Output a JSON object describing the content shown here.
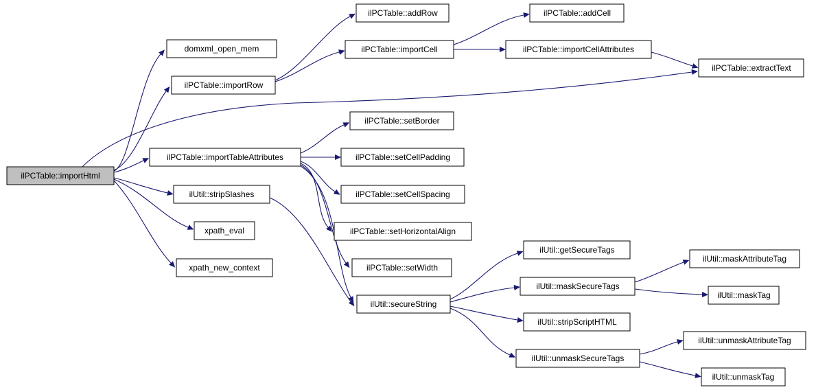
{
  "diagram": {
    "type": "call-graph",
    "description": "Doxygen-style call graph for ilPCTable::importHtml",
    "colors": {
      "background": "#ffffff",
      "edge": "#191970",
      "node_fill": "#ffffff",
      "node_border": "#000000",
      "root_node_fill": "#bfbfbf",
      "text": "#000000"
    },
    "nodes": {
      "importHtml": {
        "label": "ilPCTable::importHtml",
        "is_root": true
      },
      "domxml_open_mem": {
        "label": "domxml_open_mem"
      },
      "importRow": {
        "label": "ilPCTable::importRow"
      },
      "addRow": {
        "label": "ilPCTable::addRow"
      },
      "importCell": {
        "label": "ilPCTable::importCell"
      },
      "addCell": {
        "label": "ilPCTable::addCell"
      },
      "importCellAttributes": {
        "label": "ilPCTable::importCellAttributes"
      },
      "extractText": {
        "label": "ilPCTable::extractText"
      },
      "importTableAttributes": {
        "label": "ilPCTable::importTableAttributes"
      },
      "setBorder": {
        "label": "ilPCTable::setBorder"
      },
      "setCellPadding": {
        "label": "ilPCTable::setCellPadding"
      },
      "setCellSpacing": {
        "label": "ilPCTable::setCellSpacing"
      },
      "setHorizontalAlign": {
        "label": "ilPCTable::setHorizontalAlign"
      },
      "setWidth": {
        "label": "ilPCTable::setWidth"
      },
      "stripSlashes": {
        "label": "ilUtil::stripSlashes"
      },
      "xpath_eval": {
        "label": "xpath_eval"
      },
      "xpath_new_context": {
        "label": "xpath_new_context"
      },
      "secureString": {
        "label": "ilUtil::secureString"
      },
      "getSecureTags": {
        "label": "ilUtil::getSecureTags"
      },
      "maskSecureTags": {
        "label": "ilUtil::maskSecureTags"
      },
      "maskAttributeTag": {
        "label": "ilUtil::maskAttributeTag"
      },
      "maskTag": {
        "label": "ilUtil::maskTag"
      },
      "stripScriptHTML": {
        "label": "ilUtil::stripScriptHTML"
      },
      "unmaskSecureTags": {
        "label": "ilUtil::unmaskSecureTags"
      },
      "unmaskAttributeTag": {
        "label": "ilUtil::unmaskAttributeTag"
      },
      "unmaskTag": {
        "label": "ilUtil::unmaskTag"
      }
    },
    "edges": [
      {
        "from": "importHtml",
        "to": "domxml_open_mem"
      },
      {
        "from": "importHtml",
        "to": "importRow"
      },
      {
        "from": "importHtml",
        "to": "extractText"
      },
      {
        "from": "importHtml",
        "to": "importTableAttributes"
      },
      {
        "from": "importHtml",
        "to": "stripSlashes"
      },
      {
        "from": "importHtml",
        "to": "xpath_eval"
      },
      {
        "from": "importHtml",
        "to": "xpath_new_context"
      },
      {
        "from": "importRow",
        "to": "addRow"
      },
      {
        "from": "importRow",
        "to": "importCell"
      },
      {
        "from": "importCell",
        "to": "addCell"
      },
      {
        "from": "importCell",
        "to": "importCellAttributes"
      },
      {
        "from": "importCellAttributes",
        "to": "extractText"
      },
      {
        "from": "importTableAttributes",
        "to": "setBorder"
      },
      {
        "from": "importTableAttributes",
        "to": "setCellPadding"
      },
      {
        "from": "importTableAttributes",
        "to": "setCellSpacing"
      },
      {
        "from": "importTableAttributes",
        "to": "setHorizontalAlign"
      },
      {
        "from": "importTableAttributes",
        "to": "setWidth"
      },
      {
        "from": "importTableAttributes",
        "to": "secureString"
      },
      {
        "from": "stripSlashes",
        "to": "secureString"
      },
      {
        "from": "secureString",
        "to": "getSecureTags"
      },
      {
        "from": "secureString",
        "to": "maskSecureTags"
      },
      {
        "from": "secureString",
        "to": "stripScriptHTML"
      },
      {
        "from": "secureString",
        "to": "unmaskSecureTags"
      },
      {
        "from": "maskSecureTags",
        "to": "maskAttributeTag"
      },
      {
        "from": "maskSecureTags",
        "to": "maskTag"
      },
      {
        "from": "unmaskSecureTags",
        "to": "unmaskAttributeTag"
      },
      {
        "from": "unmaskSecureTags",
        "to": "unmaskTag"
      }
    ]
  }
}
